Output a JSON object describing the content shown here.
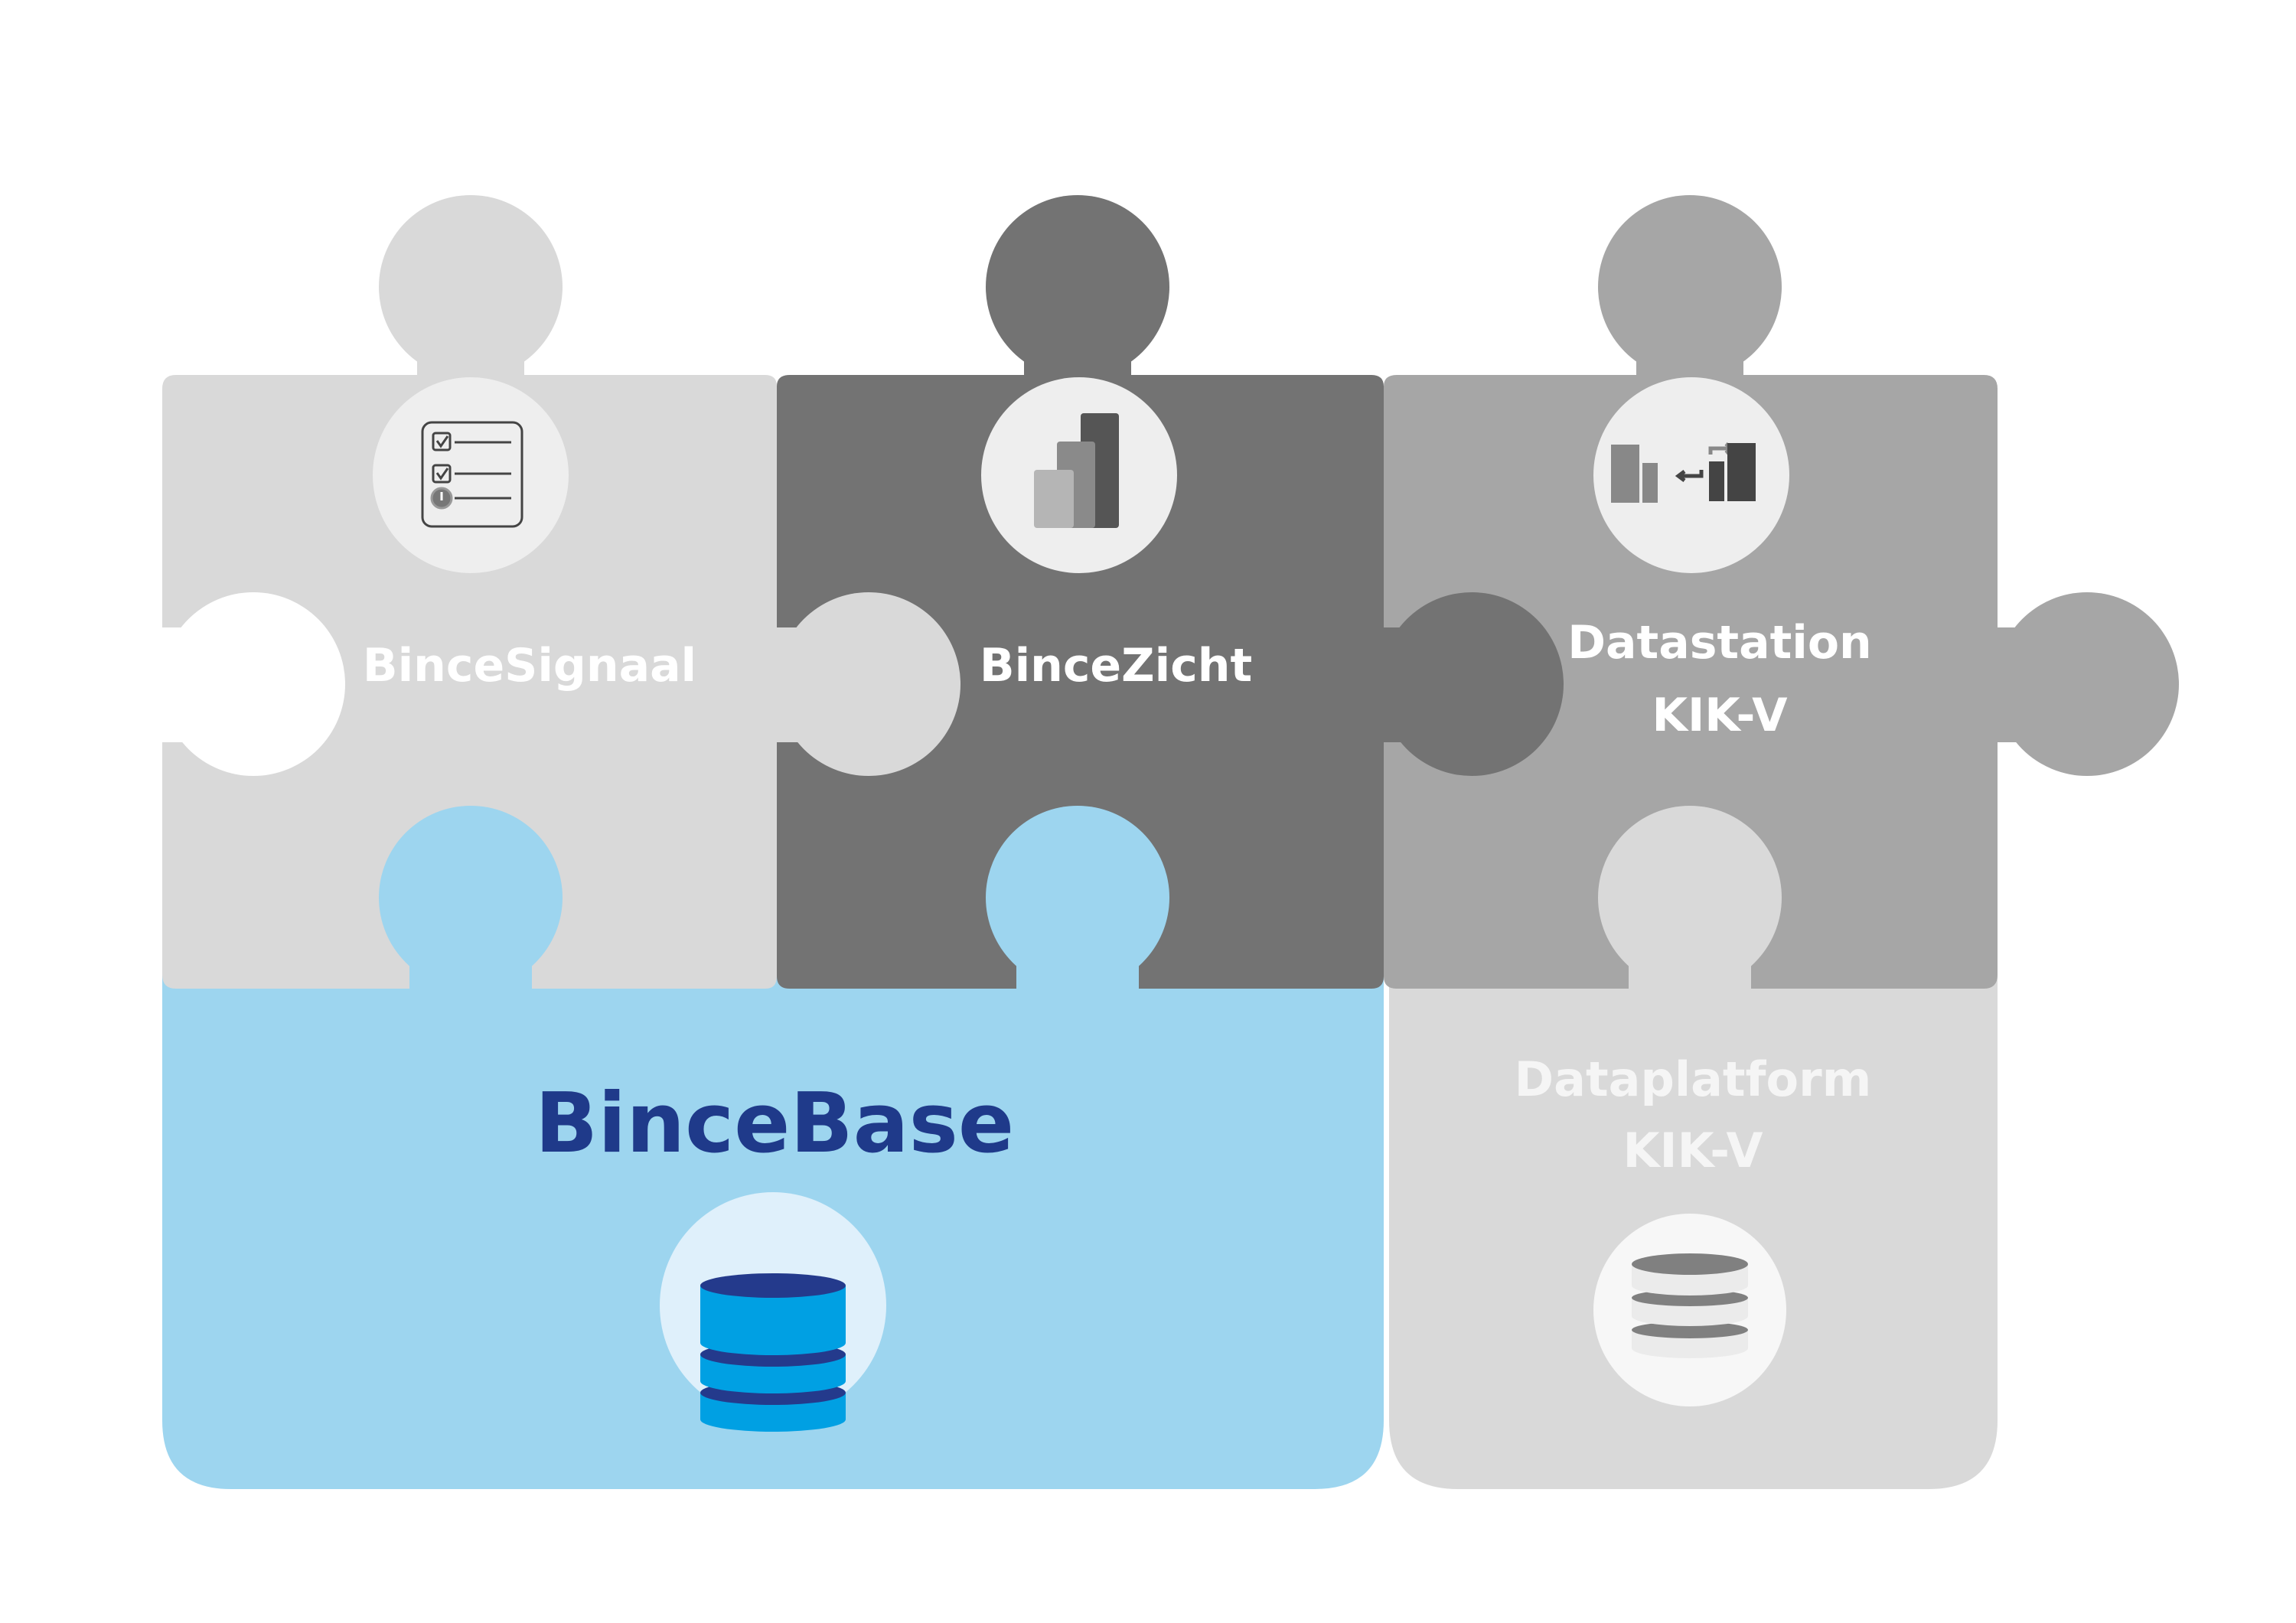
{
  "diagram": {
    "type": "puzzle",
    "pieces": [
      {
        "id": "bincesignaal",
        "title": "BinceSignaal",
        "icon": "checklist-icon",
        "color": "#d9d9d9",
        "text_color": "#ffffff"
      },
      {
        "id": "bincezicht",
        "title": "BinceZicht",
        "icon": "bar-chart-icon",
        "color": "#737373",
        "text_color": "#ffffff"
      },
      {
        "id": "datastation",
        "title_line1": "Datastation",
        "title_line2": "KIK-V",
        "icon": "buildings-exchange-icon",
        "color": "#a6a6a6",
        "text_color": "#ffffff"
      },
      {
        "id": "bincebase",
        "title": "BinceBase",
        "icon": "database-icon",
        "color": "#9dd5ef",
        "text_color": "#1f3a8a"
      },
      {
        "id": "dataplatform",
        "title_line1": "Dataplatform",
        "title_line2": "KIK-V",
        "icon": "database-icon",
        "color": "#d9d9d9",
        "text_color": "#f5f5f5"
      }
    ],
    "colors": {
      "icon_circle_light": "#eeeeee",
      "icon_circle_blue": "#dff0fb",
      "db_dark_blue": "#243a8c",
      "db_light_blue": "#00a0e3",
      "db_gray_top": "#808080",
      "db_gray_side": "#ebebeb"
    }
  }
}
